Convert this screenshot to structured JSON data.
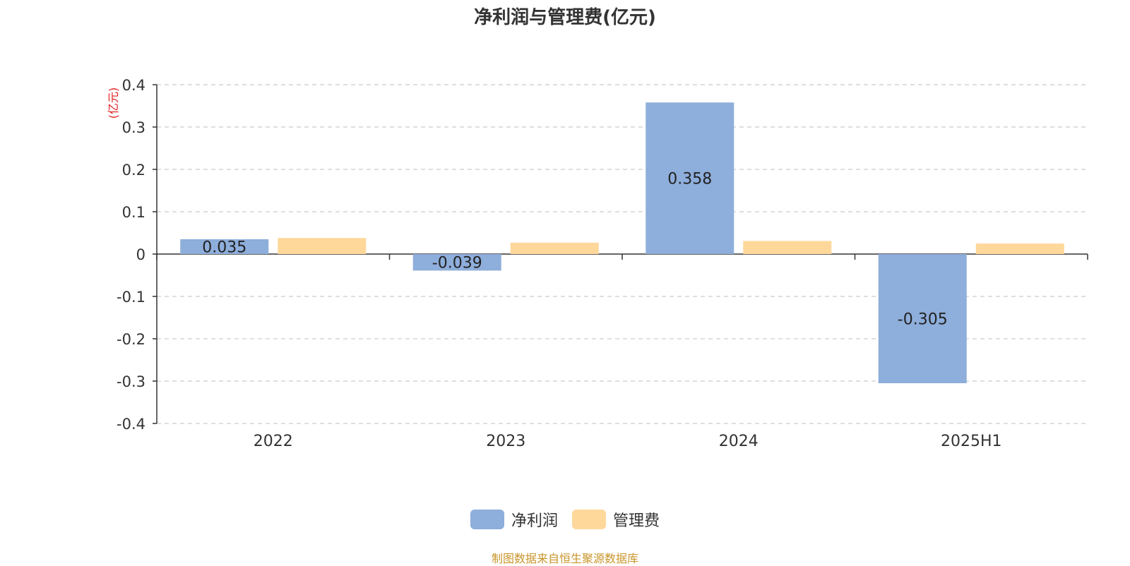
{
  "title": "净利润与管理费(亿元)",
  "source": "制图数据来自恒生聚源数据库",
  "colors": {
    "net_profit": "#8eaedb",
    "admin_fee": "#fed89b",
    "ylabel": "#e02020"
  },
  "chart_data": {
    "type": "bar",
    "categories": [
      "2022",
      "2023",
      "2024",
      "2025H1"
    ],
    "series": [
      {
        "name": "净利润",
        "values": [
          0.035,
          -0.039,
          0.358,
          -0.305
        ],
        "labels": [
          "0.035",
          "-0.039",
          "0.358",
          "-0.305"
        ]
      },
      {
        "name": "管理费",
        "values": [
          0.038,
          0.027,
          0.031,
          0.025
        ]
      }
    ],
    "ylabel": "(亿元)",
    "ylim": [
      -0.4,
      0.4
    ],
    "yticks": [
      0.4,
      0.3,
      0.2,
      0.1,
      0,
      -0.1,
      -0.2,
      -0.3,
      -0.4
    ],
    "ytick_labels": [
      "0.4",
      "0.3",
      "0.2",
      "0.1",
      "0",
      "-0.1",
      "-0.2",
      "-0.3",
      "-0.4"
    ],
    "grid": true,
    "legend": "bottom-center"
  }
}
